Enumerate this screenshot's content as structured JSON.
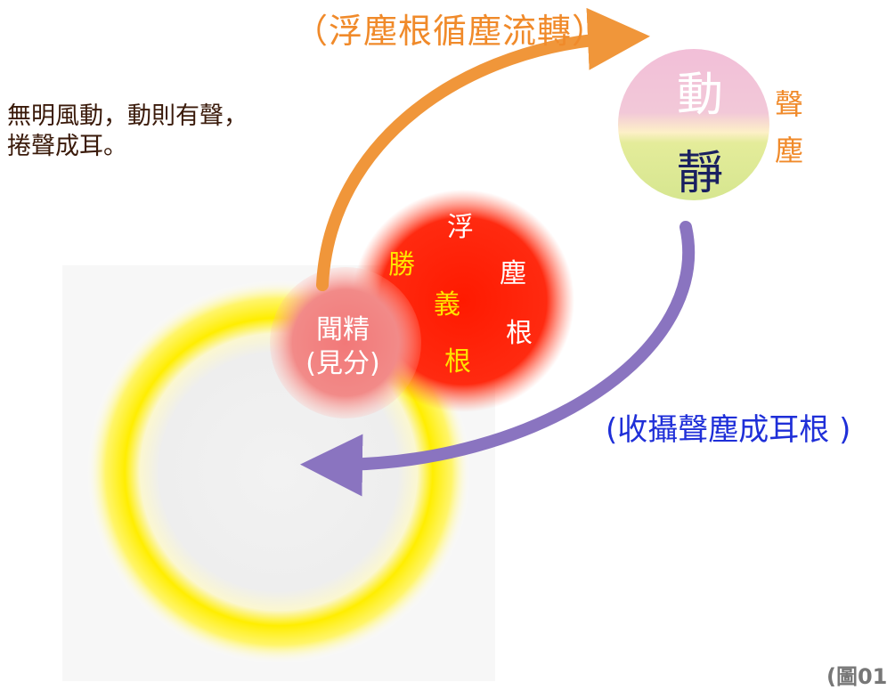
{
  "labels": {
    "top": "（浮塵根循塵流轉）",
    "left_line1": "無明風動，動則有聲，",
    "left_line2": "捲聲成耳。",
    "right": "(收攝聲塵成耳根 )",
    "figure": "(圖01"
  },
  "sound_dust_circle": {
    "dong": "動",
    "jing": "靜",
    "side_chars": [
      "聲",
      "塵"
    ]
  },
  "root_circle": {
    "fu_chen_gen": [
      "浮",
      "塵",
      "根"
    ],
    "sheng_yi_gen": [
      "勝",
      "義",
      "根"
    ]
  },
  "hearing_circle": {
    "line1": "聞精",
    "line2": "(見分)"
  },
  "colors": {
    "orange_arrow": "#f0963a",
    "purple_arrow": "#8a74c0",
    "red_circle": "#ff2a10",
    "yellow_ring": "#ffee00",
    "blue_text": "#1f2fd8"
  }
}
